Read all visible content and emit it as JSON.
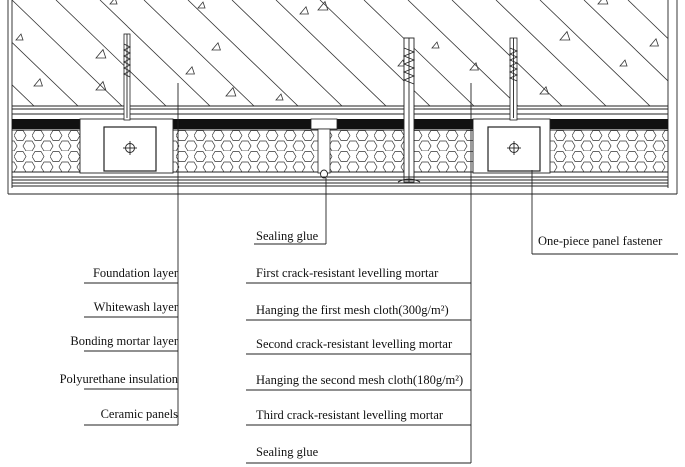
{
  "labels": {
    "sealing_glue_top": "Sealing glue",
    "fastener": "One-piece panel fastener",
    "foundation": "Foundation layer",
    "whitewash": "Whitewash layer",
    "bonding": "Bonding mortar layer",
    "insulation": "Polyurethane insulation",
    "ceramic": "Ceramic panels",
    "mortar1": "First crack-resistant levelling mortar",
    "mesh1": "Hanging the first mesh cloth(300g/m²)",
    "mortar2": "Second crack-resistant levelling mortar",
    "mesh2": "Hanging the second mesh cloth(180g/m²)",
    "mortar3": "Third crack-resistant levelling mortar",
    "sealing_glue_bottom": "Sealing glue"
  }
}
